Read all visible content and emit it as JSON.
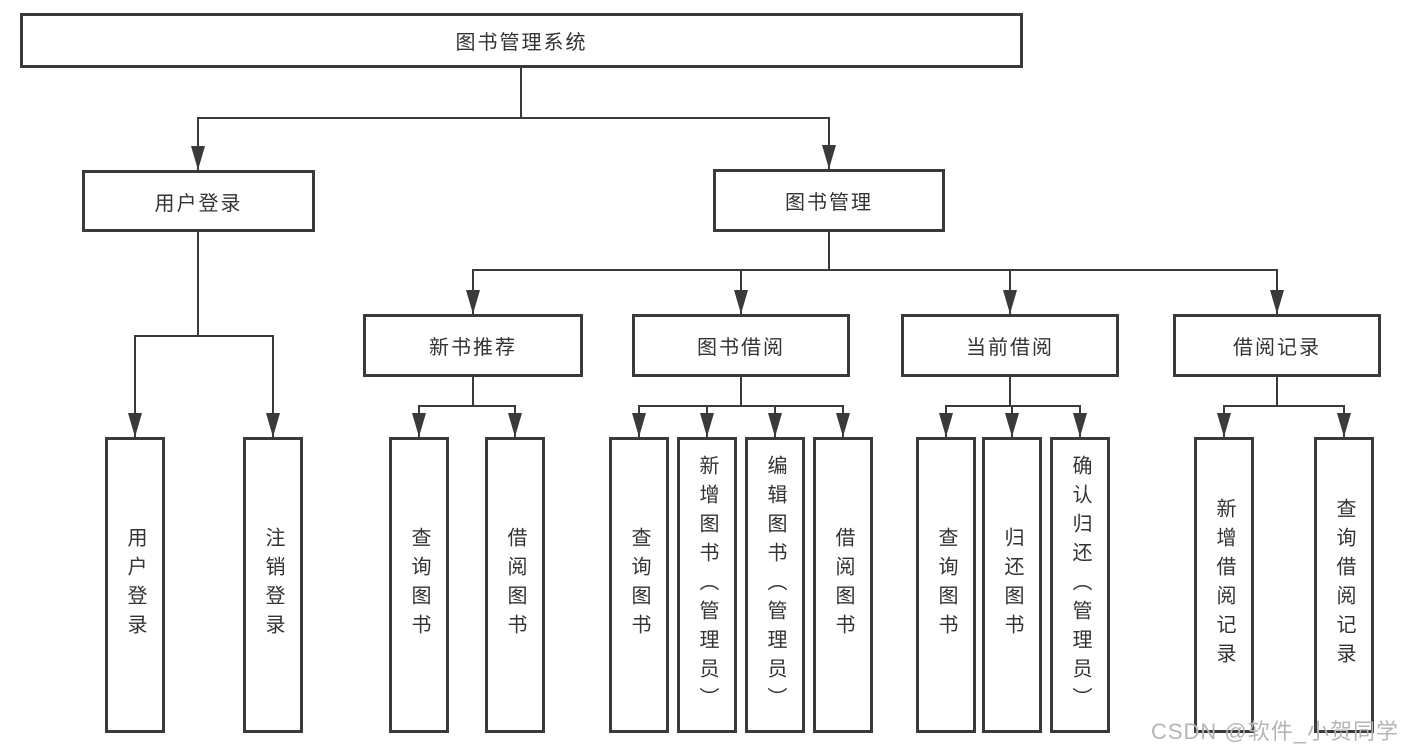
{
  "diagram": {
    "title": "图书管理系统",
    "root": {
      "label": "图书管理系统"
    },
    "level2": [
      {
        "label": "用户登录"
      },
      {
        "label": "图书管理"
      }
    ],
    "level3": [
      {
        "label": "新书推荐"
      },
      {
        "label": "图书借阅"
      },
      {
        "label": "当前借阅"
      },
      {
        "label": "借阅记录"
      }
    ],
    "leaves": [
      {
        "label": "用户登录"
      },
      {
        "label": "注销登录"
      },
      {
        "label": "查询图书"
      },
      {
        "label": "借阅图书"
      },
      {
        "label": "查询图书"
      },
      {
        "label": "新增图书（管理员）"
      },
      {
        "label": "编辑图书（管理员）"
      },
      {
        "label": "借阅图书"
      },
      {
        "label": "查询图书"
      },
      {
        "label": "归还图书"
      },
      {
        "label": "确认归还（管理员）"
      },
      {
        "label": "新增借阅记录"
      },
      {
        "label": "查询借阅记录"
      }
    ]
  },
  "watermark": {
    "text": "CSDN @软件_小贺同学"
  },
  "colors": {
    "line": "#3a3a3a",
    "text": "#333333",
    "watermark": "#b5b5b5",
    "background": "#ffffff"
  }
}
